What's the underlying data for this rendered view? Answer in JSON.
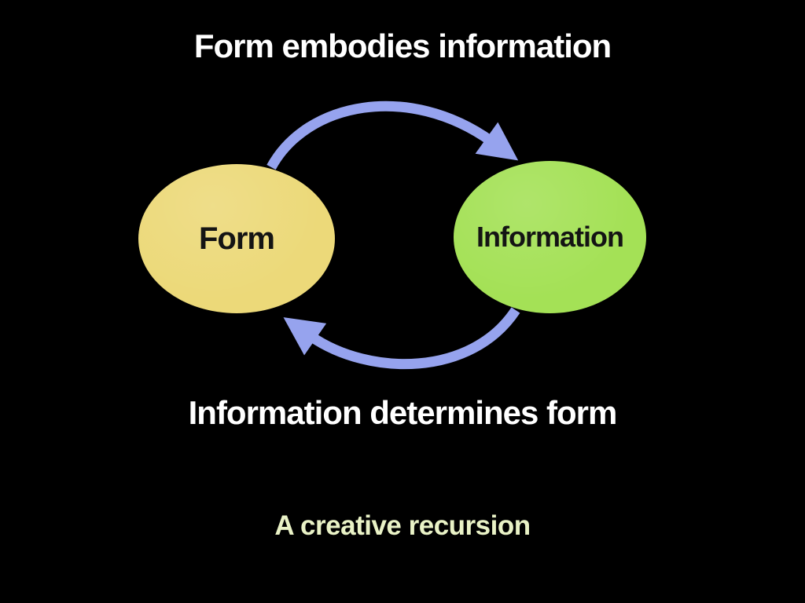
{
  "slide": {
    "title": "Form embodies information",
    "subtitle": "Information determines form",
    "caption": "A creative recursion",
    "nodes": [
      {
        "label": "Form"
      },
      {
        "label": "Information"
      }
    ]
  },
  "colors": {
    "bg": "#000000",
    "title_color": "#ffffff",
    "subtitle_color": "#ffffff",
    "caption_color": "#e9f2c6",
    "form_fill": "#ecd979",
    "info_fill": "#a4e156",
    "arrow": "#96a3ee",
    "node_text": "#141414"
  }
}
